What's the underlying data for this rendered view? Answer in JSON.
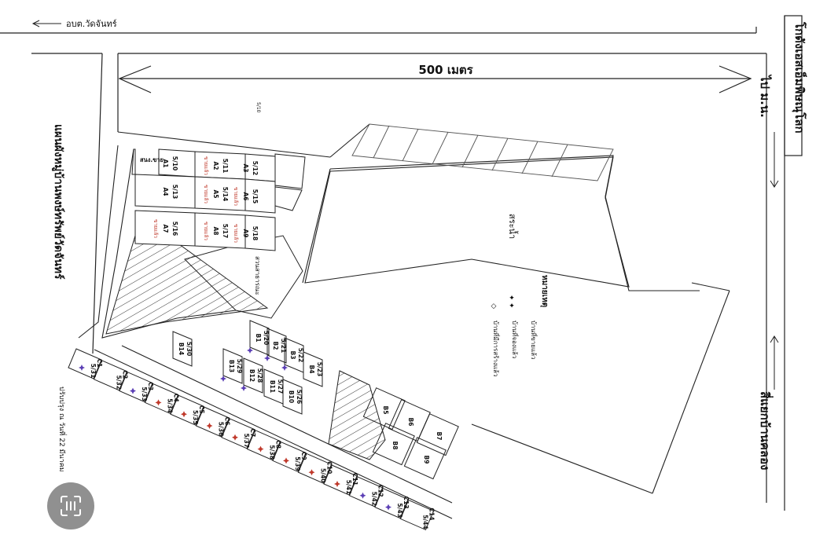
{
  "top_road": "อบต.วัดจันทร์",
  "distance": "500 เมตร",
  "right_road_top": "โกดังเอสเอ็มพิษณุโลก",
  "right_to_mn": "ไป ม.น.",
  "right_road_bottom": "สี่แยกบ้านคลอง",
  "pond": "สระน้ำ",
  "park": "สวนสาธารณะ",
  "map_title": "แผนผังหมู่บ้านพงษ์ทรัพย์วัดจันทร์",
  "updated": "ปรับปรุง ณ วันที่ 22 มีนาคม",
  "vertical_label": "5/10",
  "legend": {
    "title": "หมายเหตุ",
    "items": [
      {
        "label": "บ้านที่ขายแล้ว",
        "color": "#c0392b",
        "symbol": "✦"
      },
      {
        "label": "บ้านที่จองแล้ว",
        "color": "#5b3fb5",
        "symbol": "✦"
      },
      {
        "label": "บ้านที่มีการสร้างแล้ว",
        "color": "#b03bb0",
        "symbol": "◇"
      }
    ]
  },
  "sold_note": "ขายแล้ว",
  "office": "สนง.ขาย",
  "plots_a": [
    {
      "code": "A1",
      "num": "5/10"
    },
    {
      "code": "A2",
      "num": "5/11"
    },
    {
      "code": "A3",
      "num": "5/12"
    },
    {
      "code": "A4",
      "num": "5/13"
    },
    {
      "code": "A5",
      "num": "5/14"
    },
    {
      "code": "A6",
      "num": "5/15"
    },
    {
      "code": "A7",
      "num": "5/16"
    },
    {
      "code": "A8",
      "num": "5/17"
    },
    {
      "code": "A9",
      "num": "5/18"
    }
  ],
  "plots_b": [
    {
      "code": "B1",
      "num": "5/20"
    },
    {
      "code": "B2",
      "num": "5/21"
    },
    {
      "code": "B3",
      "num": "5/22"
    },
    {
      "code": "B4",
      "num": "5/23"
    },
    {
      "code": "B10",
      "num": "5/26"
    },
    {
      "code": "B11",
      "num": "5/27"
    },
    {
      "code": "B12",
      "num": "5/28"
    },
    {
      "code": "B13",
      "num": "5/29"
    },
    {
      "code": "B14",
      "num": "5/30"
    },
    {
      "code": "B5",
      "num": ""
    },
    {
      "code": "B6",
      "num": ""
    },
    {
      "code": "B7",
      "num": ""
    },
    {
      "code": "B8",
      "num": ""
    },
    {
      "code": "B9",
      "num": ""
    }
  ],
  "plots_c": [
    {
      "code": "C1",
      "num": "5/31"
    },
    {
      "code": "C2",
      "num": "5/32"
    },
    {
      "code": "C3",
      "num": "5/33"
    },
    {
      "code": "C4",
      "num": "5/34"
    },
    {
      "code": "C5",
      "num": "5/35"
    },
    {
      "code": "C6",
      "num": "5/36"
    },
    {
      "code": "C7",
      "num": "5/37"
    },
    {
      "code": "C8",
      "num": "5/38"
    },
    {
      "code": "C9",
      "num": "5/39"
    },
    {
      "code": "C10",
      "num": "5/40"
    },
    {
      "code": "C11",
      "num": "5/41"
    },
    {
      "code": "C12",
      "num": "5/42"
    },
    {
      "code": "C13",
      "num": "5/43"
    },
    {
      "code": "C14",
      "num": "5/44"
    }
  ],
  "sold_a": [
    1,
    4,
    5,
    6,
    7,
    8
  ],
  "markers_b": [
    "booked",
    "booked",
    "booked",
    "none",
    "none",
    "none",
    "booked",
    "booked",
    "none"
  ],
  "markers_c": [
    "booked",
    "none",
    "booked",
    "sold",
    "sold",
    "sold",
    "sold",
    "sold",
    "sold",
    "sold",
    "sold",
    "booked",
    "booked",
    "none"
  ],
  "colors": {
    "line": "#222222",
    "sold": "#c0392b",
    "booked": "#5b3fb5",
    "built": "#b03bb0"
  }
}
